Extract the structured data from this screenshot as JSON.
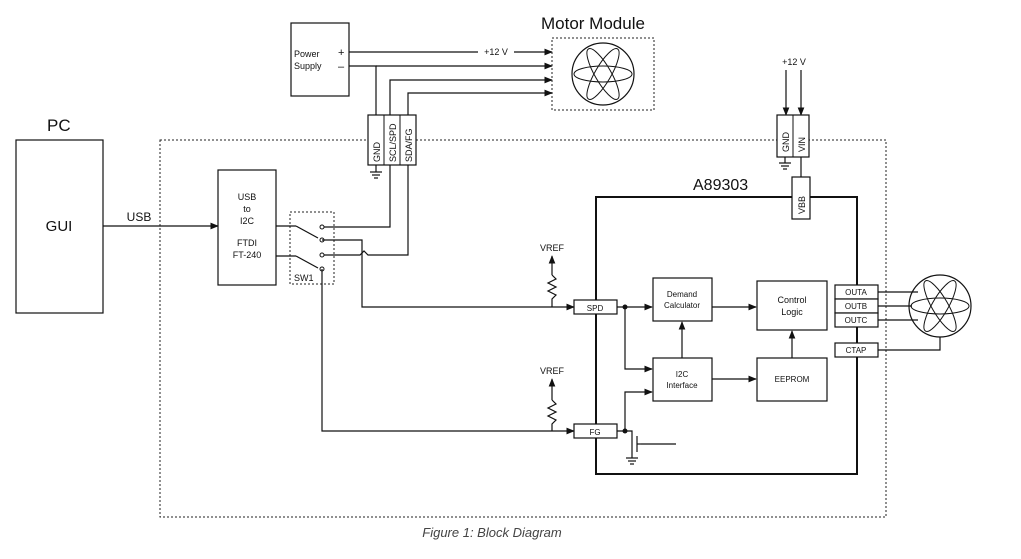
{
  "pc": {
    "title": "PC",
    "gui": "GUI"
  },
  "usb_label": "USB",
  "usb_block": {
    "line1": "USB",
    "line2": "to",
    "line3": "I2C",
    "line4": "FTDI",
    "line5": "FT-240"
  },
  "sw_label": "SW1",
  "power_supply": {
    "line1": "Power",
    "line2": "Supply",
    "plus": "+",
    "minus": "–"
  },
  "supply_label": "+12 V",
  "motor_module": "Motor Module",
  "connector": {
    "gnd": "GND",
    "scl_spd": "SCL/SPD",
    "sda_fg": "SDA/FG"
  },
  "vin_block": {
    "supply": "+12 V",
    "gnd": "GND",
    "vin": "VIN"
  },
  "chip": {
    "name": "A89303",
    "vbb": "VBB"
  },
  "vref_top": "VREF",
  "vref_bottom": "VREF",
  "pins": {
    "spd": "SPD",
    "fg": "FG",
    "outa": "OUTA",
    "outb": "OUTB",
    "outc": "OUTC",
    "ctap": "CTAP"
  },
  "blocks": {
    "demand": {
      "line1": "Demand",
      "line2": "Calculator"
    },
    "control": {
      "line1": "Control",
      "line2": "Logic"
    },
    "i2c": {
      "line1": "I2C",
      "line2": "Interface"
    },
    "eeprom": "EEPROM"
  },
  "caption": "Figure 1: Block Diagram"
}
